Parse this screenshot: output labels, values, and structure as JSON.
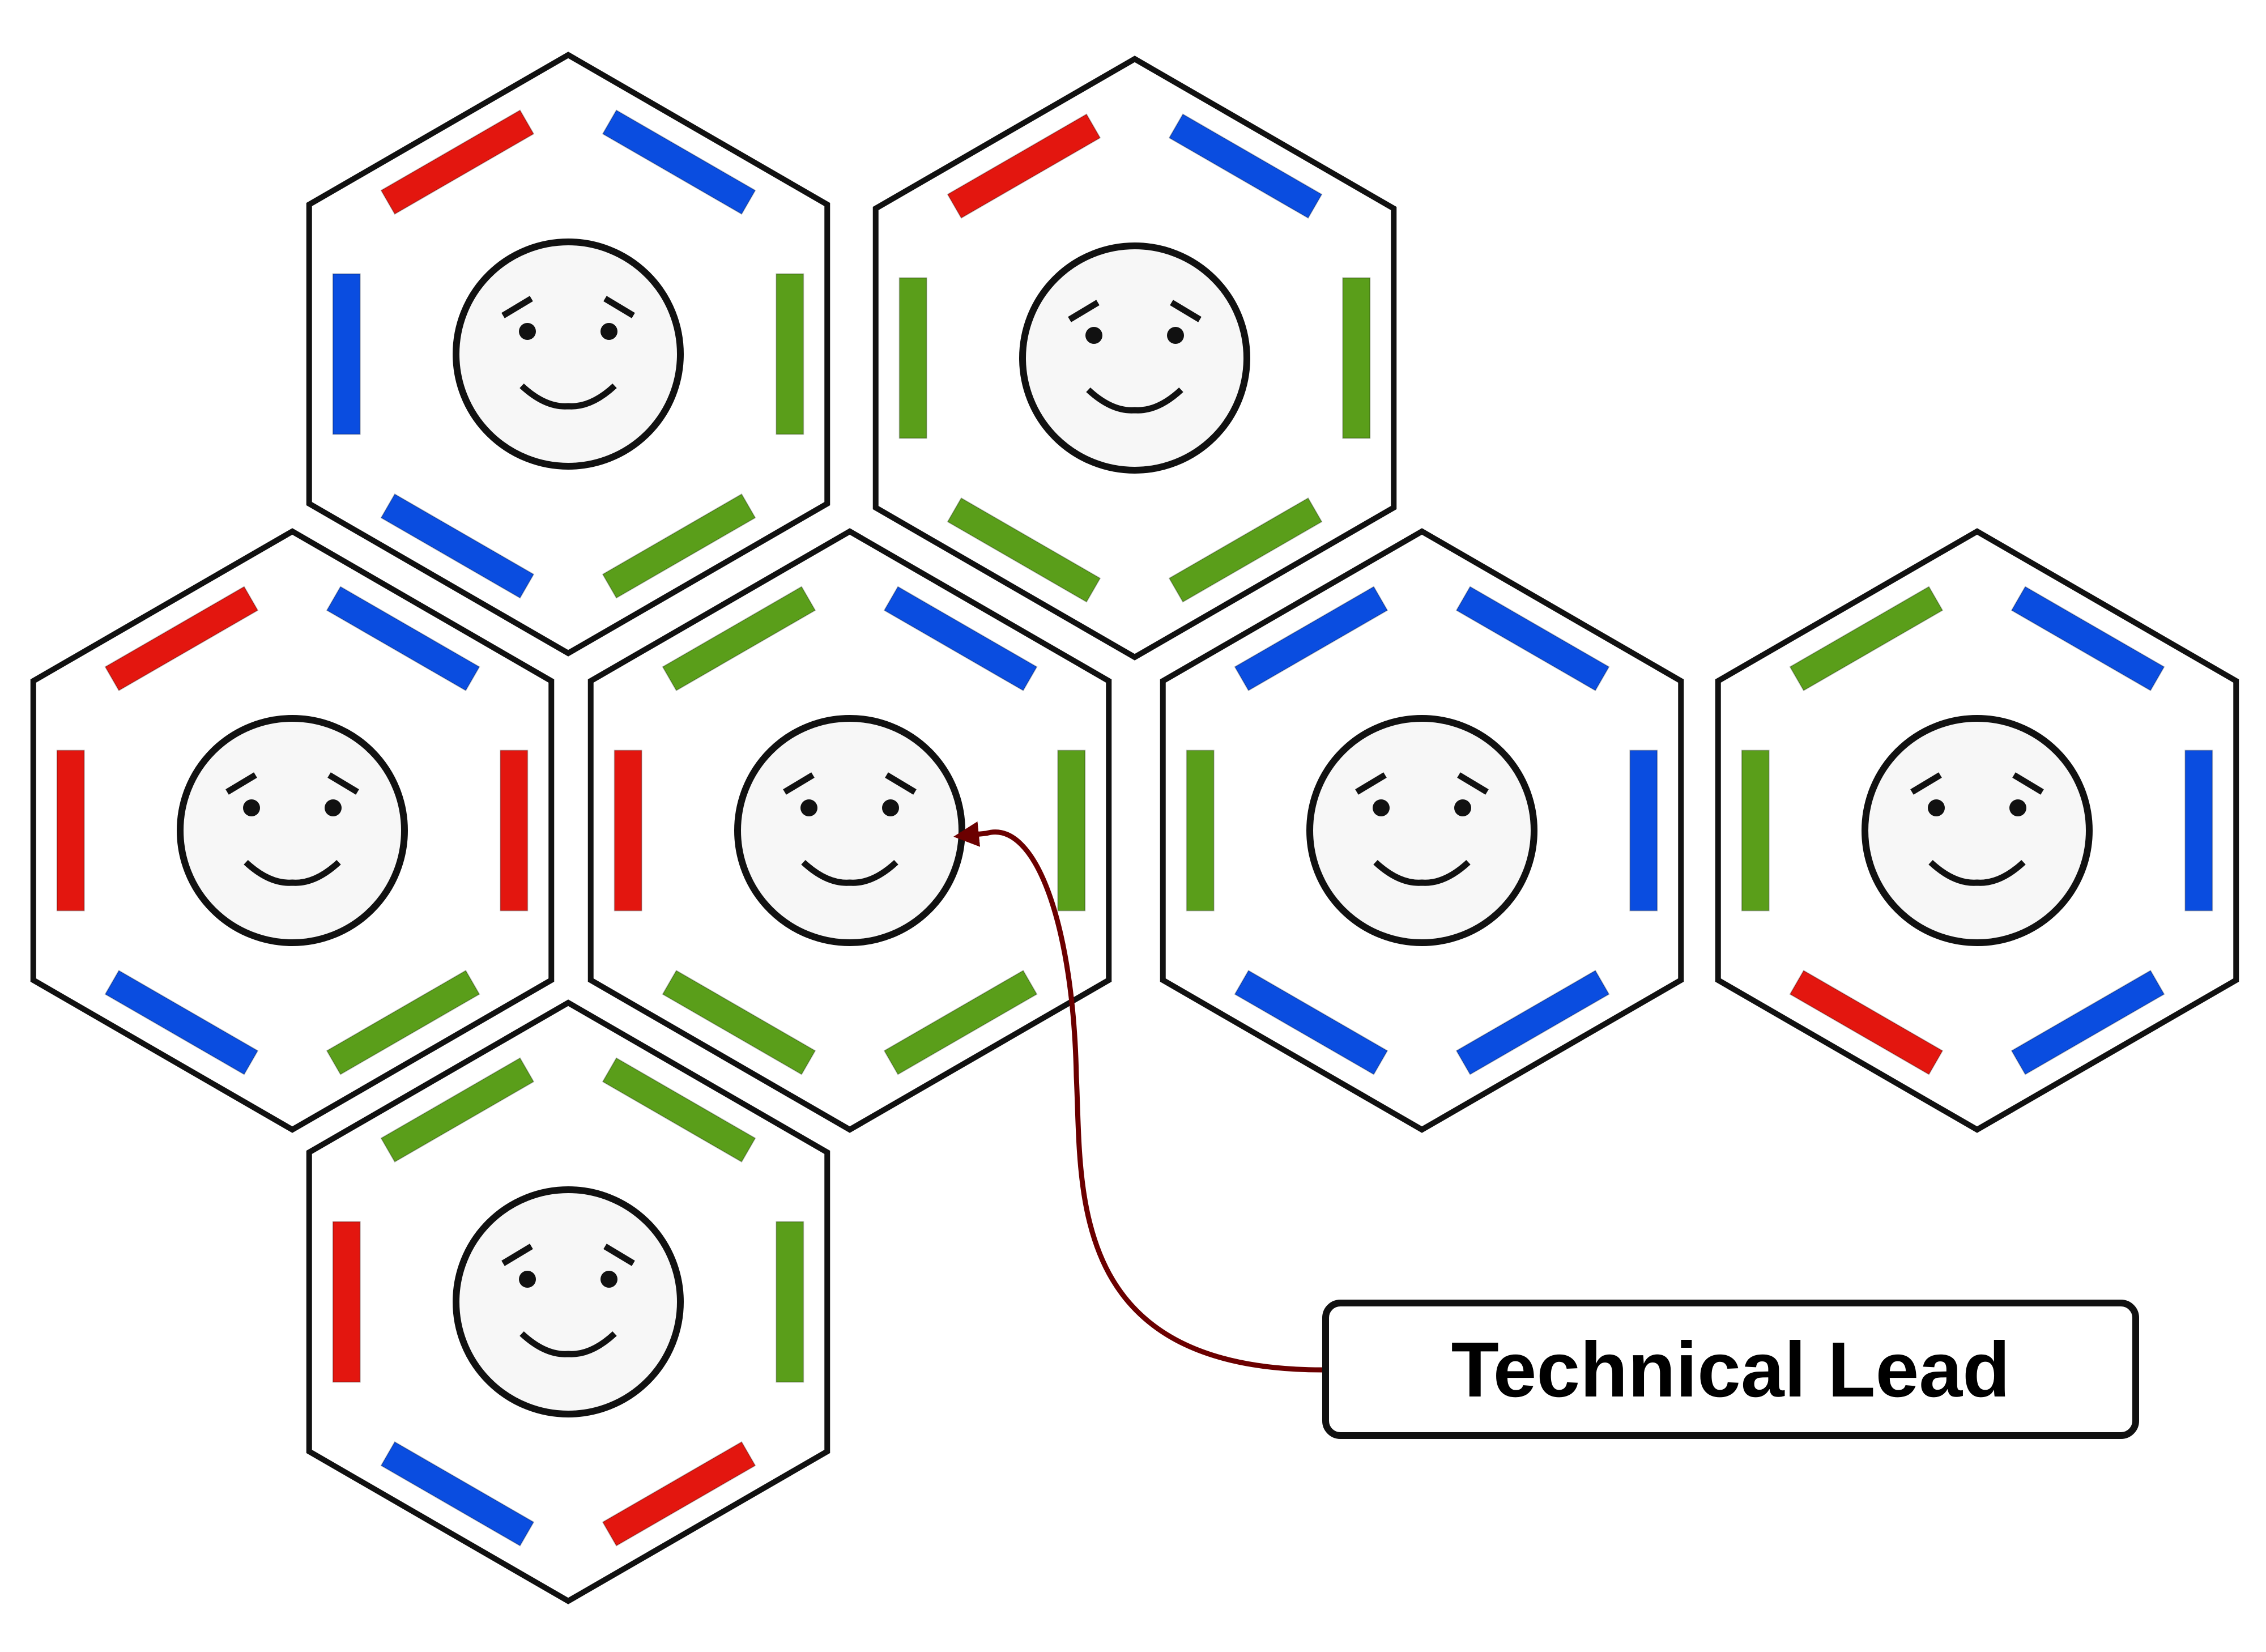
{
  "colors": {
    "red": "#e3160f",
    "blue": "#0a4de0",
    "green": "#5a9e1a",
    "outline": "#111111",
    "face_fill": "#f7f7f7",
    "arrow": "#6b0000"
  },
  "cells": [
    {
      "id": "top-left",
      "sides": [
        "red",
        "blue",
        "green",
        "green",
        "blue",
        "blue"
      ]
    },
    {
      "id": "top-right",
      "sides": [
        "red",
        "blue",
        "green",
        "green",
        "green",
        "green"
      ]
    },
    {
      "id": "middle-1",
      "sides": [
        "red",
        "blue",
        "red",
        "green",
        "blue",
        "red"
      ]
    },
    {
      "id": "middle-2",
      "sides": [
        "green",
        "blue",
        "green",
        "green",
        "green",
        "red"
      ],
      "highlighted": true
    },
    {
      "id": "middle-3",
      "sides": [
        "blue",
        "blue",
        "blue",
        "blue",
        "blue",
        "green"
      ]
    },
    {
      "id": "middle-4",
      "sides": [
        "green",
        "blue",
        "blue",
        "blue",
        "red",
        "green"
      ]
    },
    {
      "id": "bottom",
      "sides": [
        "green",
        "green",
        "green",
        "red",
        "blue",
        "red"
      ]
    }
  ],
  "callout": {
    "label": "Technical Lead",
    "target": "middle-2"
  }
}
